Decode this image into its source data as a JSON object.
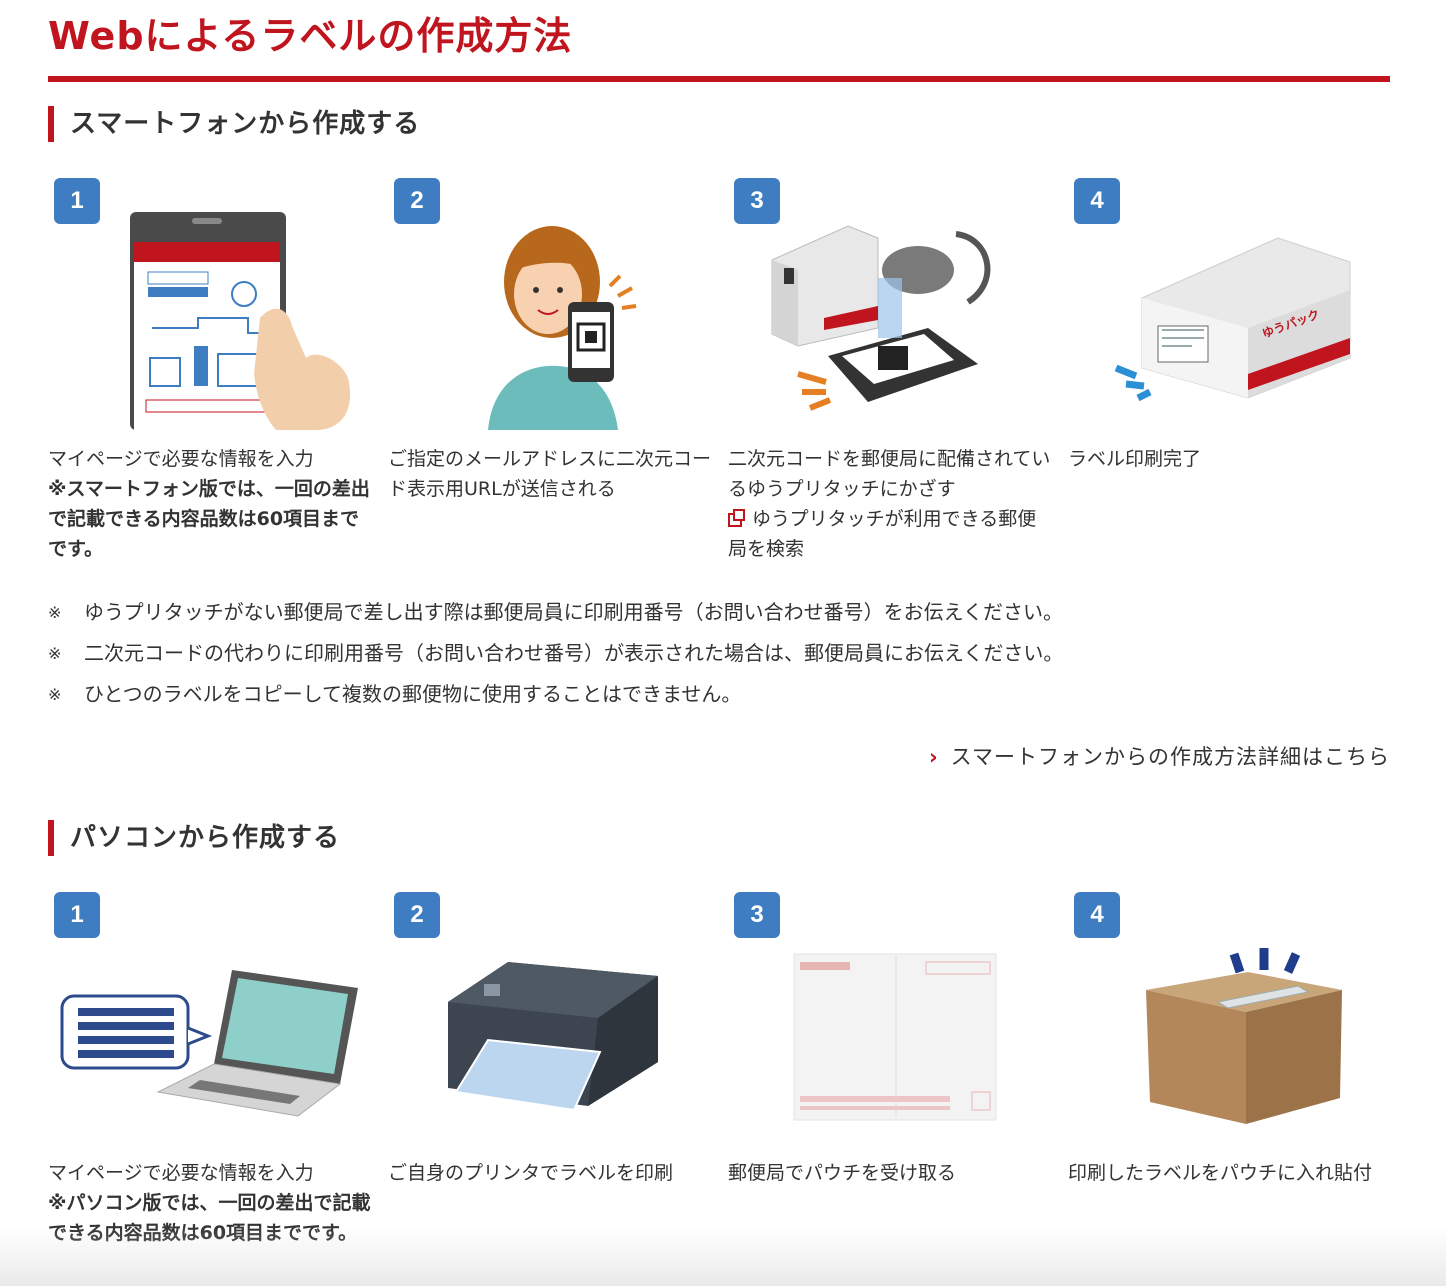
{
  "page": {
    "title": "Webによるラベルの作成方法"
  },
  "smartphone": {
    "heading": "スマートフォンから作成する",
    "steps": [
      {
        "num": "1",
        "text": "マイページで必要な情報を入力",
        "note": "※スマートフォン版では、一回の差出で記載できる内容品数は60項目までです。",
        "illust": "smartphone-tap-illustration"
      },
      {
        "num": "2",
        "text": "ご指定のメールアドレスに二次元コード表示用URLが送信される",
        "illust": "woman-with-phone-illustration"
      },
      {
        "num": "3",
        "text": "二次元コードを郵便局に配備されているゆうプリタッチにかざす",
        "link": "ゆうプリタッチが利用できる郵便局を検索",
        "illust": "scanner-qr-illustration"
      },
      {
        "num": "4",
        "text": "ラベル印刷完了",
        "illust": "label-printer-illustration"
      }
    ],
    "notes": [
      "ゆうプリタッチがない郵便局で差し出す際は郵便局員に印刷用番号（お問い合わせ番号）をお伝えください。",
      "二次元コードの代わりに印刷用番号（お問い合わせ番号）が表示された場合は、郵便局員にお伝えください。",
      "ひとつのラベルをコピーして複数の郵便物に使用することはできません。"
    ],
    "note_mark": "※",
    "more_link": "スマートフォンからの作成方法詳細はこちら"
  },
  "pc": {
    "heading": "パソコンから作成する",
    "steps": [
      {
        "num": "1",
        "text": "マイページで必要な情報を入力",
        "note": "※パソコン版では、一回の差出で記載できる内容品数は60項目までです。",
        "illust": "laptop-illustration"
      },
      {
        "num": "2",
        "text": "ご自身のプリンタでラベルを印刷",
        "illust": "printer-illustration"
      },
      {
        "num": "3",
        "text": "郵便局でパウチを受け取る",
        "illust": "pouch-illustration"
      },
      {
        "num": "4",
        "text": "印刷したラベルをパウチに入れ貼付",
        "illust": "box-illustration"
      }
    ]
  },
  "colors": {
    "accent": "#c0141e",
    "badge": "#3f7dc2"
  },
  "icons": {
    "chevron": "›"
  }
}
